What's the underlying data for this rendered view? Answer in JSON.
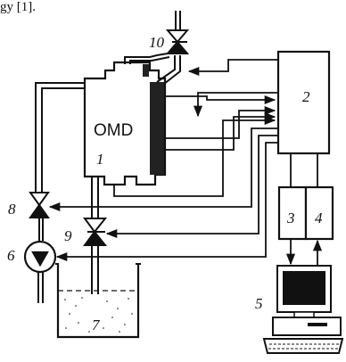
{
  "caption_fragment": "gy [1].",
  "labels": {
    "omd": "OMD",
    "n1": "1",
    "n2": "2",
    "n3": "3",
    "n4": "4",
    "n5": "5",
    "n6": "6",
    "n7": "7",
    "n8": "8",
    "n9": "9",
    "n10": "10"
  }
}
